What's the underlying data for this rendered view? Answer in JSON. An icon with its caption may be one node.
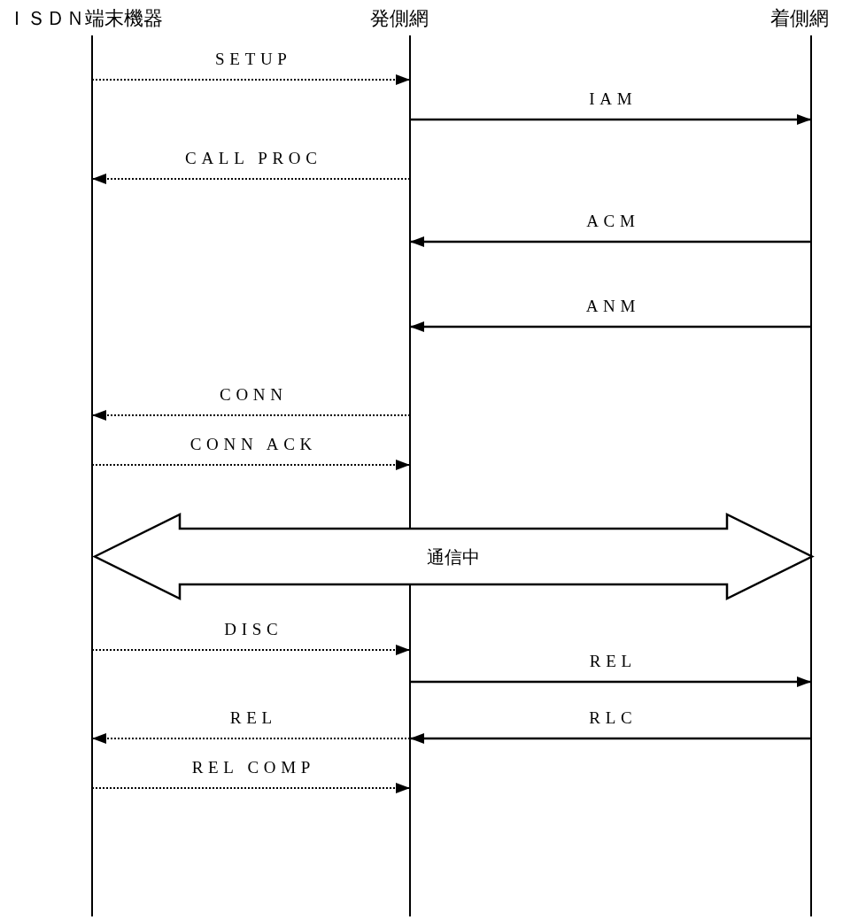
{
  "diagram": {
    "nodes": [
      {
        "text": [
          "ＩＳＤＮ端末機器"
        ]
      },
      {
        "text": [
          "発側網"
        ]
      },
      {
        "text": [
          "着側網"
        ]
      },
      {
        "text": [
          "通信中"
        ]
      }
    ],
    "edges": [
      {
        "from": 0,
        "to": 1,
        "arrow": "to",
        "label": "SETUP",
        "style": "dashed"
      },
      {
        "from": 1,
        "to": 2,
        "arrow": "to",
        "label": "IAM"
      },
      {
        "from": 1,
        "to": 0,
        "arrow": "to",
        "label": "CALL PROC",
        "style": "dashed"
      },
      {
        "from": 2,
        "to": 1,
        "arrow": "to",
        "label": "ACM"
      },
      {
        "from": 2,
        "to": 1,
        "arrow": "to",
        "label": "ANM"
      },
      {
        "from": 1,
        "to": 0,
        "arrow": "to",
        "label": "CONN",
        "style": "dashed"
      },
      {
        "from": 0,
        "to": 1,
        "arrow": "to",
        "label": "CONN ACK",
        "style": "dashed"
      },
      {
        "from": 0,
        "to": 1,
        "arrow": "to",
        "label": "DISC",
        "style": "dashed"
      },
      {
        "from": 1,
        "to": 2,
        "arrow": "to",
        "label": "REL"
      },
      {
        "from": 1,
        "to": 0,
        "arrow": "to",
        "label": "REL",
        "style": "dashed"
      },
      {
        "from": 2,
        "to": 1,
        "arrow": "to",
        "label": "RLC"
      },
      {
        "from": 0,
        "to": 1,
        "arrow": "to",
        "label": "REL COMP",
        "style": "dashed"
      }
    ]
  }
}
